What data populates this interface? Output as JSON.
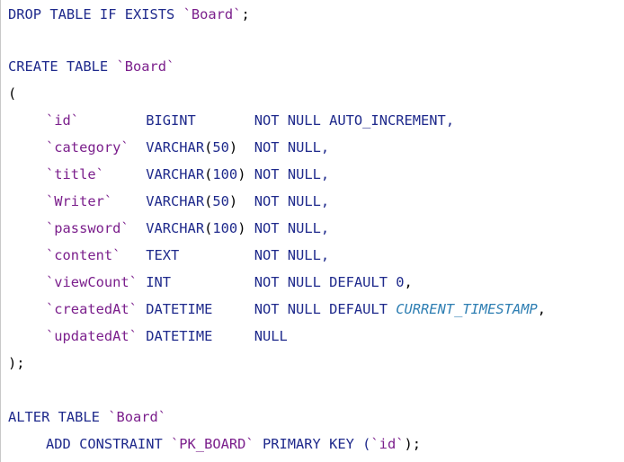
{
  "editor": {
    "line1": {
      "kw": "DROP TABLE IF EXISTS ",
      "ident": "`Board`",
      "end": ";"
    },
    "line3": {
      "kw": "CREATE TABLE ",
      "ident": "`Board`"
    },
    "open_paren": "(",
    "columns": [
      {
        "name": "`id`",
        "pad": "        ",
        "type": "BIGINT",
        "tpad": "       ",
        "constraint": "NOT NULL AUTO_INCREMENT,"
      },
      {
        "name": "`category`",
        "pad": "  ",
        "type": "VARCHAR",
        "targ": "50",
        "tpad": "  ",
        "constraint": "NOT NULL,"
      },
      {
        "name": "`title`",
        "pad": "     ",
        "type": "VARCHAR",
        "targ": "100",
        "tpad": " ",
        "constraint": "NOT NULL,"
      },
      {
        "name": "`Writer`",
        "pad": "    ",
        "type": "VARCHAR",
        "targ": "50",
        "tpad": "  ",
        "constraint": "NOT NULL,"
      },
      {
        "name": "`password`",
        "pad": "  ",
        "type": "VARCHAR",
        "targ": "100",
        "tpad": " ",
        "constraint": "NOT NULL,"
      },
      {
        "name": "`content`",
        "pad": "   ",
        "type": "TEXT",
        "tpad": "         ",
        "constraint": "NOT NULL,"
      },
      {
        "name": "`viewCount`",
        "pad": " ",
        "type": "INT",
        "tpad": "          ",
        "constraint": "NOT NULL DEFAULT ",
        "default_value": "0",
        "tail": ","
      },
      {
        "name": "`createdAt`",
        "pad": " ",
        "type": "DATETIME",
        "tpad": "     ",
        "constraint": "NOT NULL DEFAULT ",
        "default_fn": "CURRENT_TIMESTAMP",
        "tail": ","
      },
      {
        "name": "`updatedAt`",
        "pad": " ",
        "type": "DATETIME",
        "tpad": "     ",
        "constraint": "NULL"
      }
    ],
    "close_paren": ");",
    "alter": {
      "kw": "ALTER TABLE ",
      "ident": "`Board`"
    },
    "add_constraint": {
      "kw1": "ADD CONSTRAINT ",
      "name": "`PK_BOARD`",
      "kw2": " PRIMARY KEY (",
      "col": "`id`",
      "end": ");"
    }
  },
  "colors": {
    "keyword": "#1f2a8c",
    "identifier": "#7b1f8c",
    "function": "#2f7fb3",
    "text": "#000000"
  }
}
